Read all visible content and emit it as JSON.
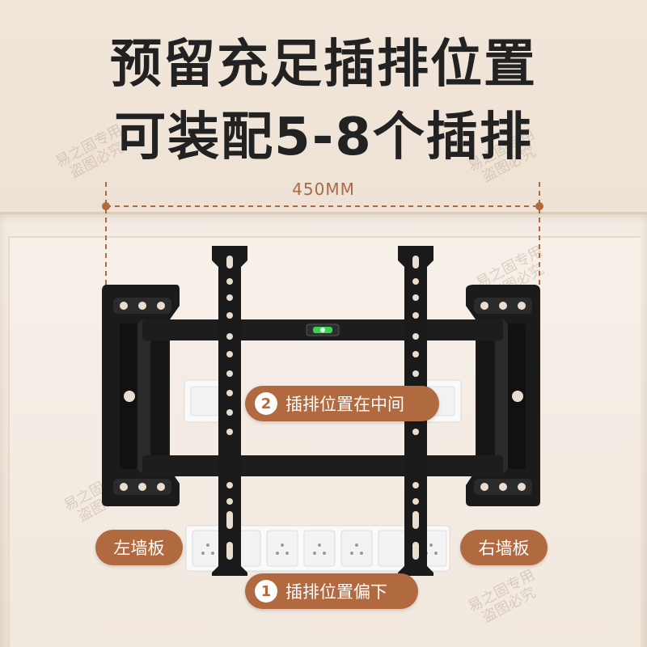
{
  "headline": {
    "line1": "预留充足插排位置",
    "line2": "可装配5-8个插排"
  },
  "dimension": {
    "label": "450MM"
  },
  "labels": {
    "left_plate": "左墙板",
    "right_plate": "右墙板",
    "middle_outlet_num": "2",
    "middle_outlet": "插排位置在中间",
    "bottom_outlet_num": "1",
    "bottom_outlet": "插排位置偏下"
  },
  "watermark": {
    "line1": "易之固专用",
    "line2": "盗图必究"
  },
  "colors": {
    "accent": "#b1693f",
    "bracket": "#1a1a1a",
    "level_green": "#39d353"
  }
}
